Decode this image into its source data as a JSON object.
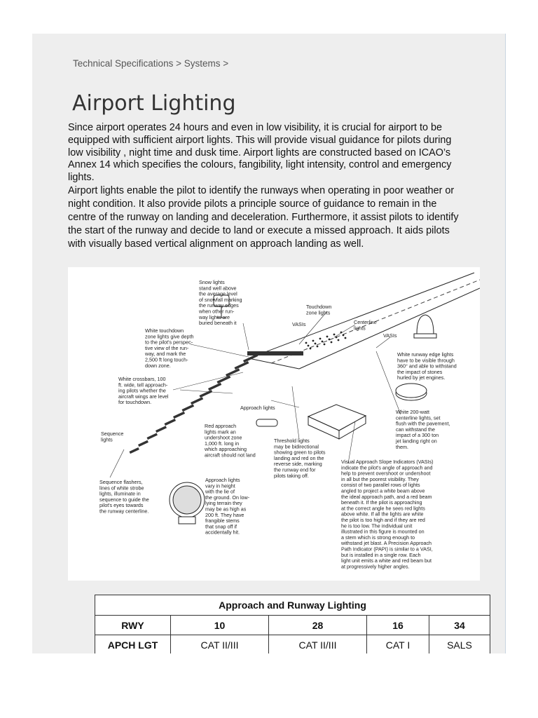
{
  "breadcrumb": {
    "items": [
      "Technical Specifications",
      "Systems"
    ],
    "separator": ">"
  },
  "title": "Airport Lighting",
  "paragraphs": [
    "Since airport operates 24 hours and even in low visibility, it is crucial for airport to be equipped with sufficient airport lights. This will provide visual guidance for pilots during low visibility , night time and dusk time. Airport lights are constructed based on ICAO’s Annex 14 which specifies the colours, fangibility, light intensity, control and emergency lights.",
    "Airport lights enable the pilot to identify the runways when operating in poor weather or night condition. It also provide pilots a principle source of guidance to remain in the centre of the runway on landing and deceleration. Furthermore, it assist pilots to identify the start of the runway and decide to land or execute a missed approach. It aids pilots with visually based vertical alignment on approach landing as well."
  ],
  "figure": {
    "labels": {
      "snow_lights": [
        "Snow lights",
        "stand well above",
        "the average level",
        "of snowfall marking",
        "the runway edges",
        "when other run-",
        "way lights are",
        "buried beneath it"
      ],
      "touchdown_zone": [
        "Touchdown",
        "zone lights"
      ],
      "vasis_left": [
        "VASIs"
      ],
      "centerline": [
        "Centerline",
        "lights"
      ],
      "vasis_right": [
        "VASIs"
      ],
      "white_touchdown": [
        "White touchdown",
        "zone lights give depth",
        "to the pilot's perspec-",
        "tive view of the run-",
        "way, and mark the",
        "2,500 ft long touch-",
        "down zone."
      ],
      "white_runway_edge": [
        "White runway edge lights",
        "have to be visible through",
        "360° and able to withstand",
        "the impact of stones",
        "hurled by jet engines."
      ],
      "white_crossbars": [
        "White crossbars, 100",
        "ft. wide, tell approach-",
        "ing pilots whether the",
        "aircraft wings are level",
        "for touchdown."
      ],
      "approach_lights_mid": [
        "Approach lights"
      ],
      "white_200_watt": [
        "White 200-watt",
        "centerline lights, set",
        "flush with the pavement,",
        "can withstand the",
        "impact of a 300 ton",
        "jet landing right on",
        "them."
      ],
      "sequence_lights": [
        "Sequence",
        "lights"
      ],
      "red_approach": [
        "Red approach",
        "lights mark an",
        "undershoot zone",
        "1,000 ft. long in",
        "which approaching",
        "aircraft should not land"
      ],
      "threshold": [
        "Threshold lights",
        "may be bidirectional",
        "showing green to pilots",
        "landing and red on the",
        "reverse side, marking",
        "the runway end for",
        "pilots taking off."
      ],
      "vasi_desc": [
        "Visual Approach Slope Indicators (VASIs)",
        "indicate the pilot's angle of approach and",
        "help to prevent overshoot or undershoot",
        "in all but the poorest visibility. They",
        "consist of two parallel rows of lights",
        "angled to project a white beam above",
        "the ideal approach path, and a red beam",
        "beneath it. If the pilot is approaching",
        "at the correct angle he sees red lights",
        "above white. If all the lights are white",
        "the pilot is too high and if they are red",
        "he is too low. The individual unit",
        "illustrated in this figure is mounted on",
        "a stem which is strong enough to",
        "withstand jet blast. A Precision Approach",
        "Path Indicator (PAPI) is similar to a VASI,",
        "but is installed in a single row. Each",
        "light unit emits a white and red beam but",
        "at progressively higher angles."
      ],
      "sequence_flashers": [
        "Sequence flashers,",
        "lines of white strobe",
        "lights, illuminate in",
        "sequence to guide the",
        "pilot's eyes towards",
        "the runway centerline."
      ],
      "approach_lights_low": [
        "Approach lights",
        "vary in height",
        "with the lie of",
        "the ground. On low-",
        "lying terrain they",
        "may be as high as",
        "200 ft. They have",
        "frangible stems",
        "that snap off if",
        "accidentally hit."
      ]
    }
  },
  "table": {
    "caption": "Approach and Runway Lighting",
    "header_label": "RWY",
    "columns": [
      "10",
      "28",
      "16",
      "34"
    ],
    "rows": [
      {
        "label": "APCH LGT",
        "values": [
          "CAT II/III",
          "CAT II/III",
          "CAT I",
          "SALS"
        ]
      }
    ]
  }
}
